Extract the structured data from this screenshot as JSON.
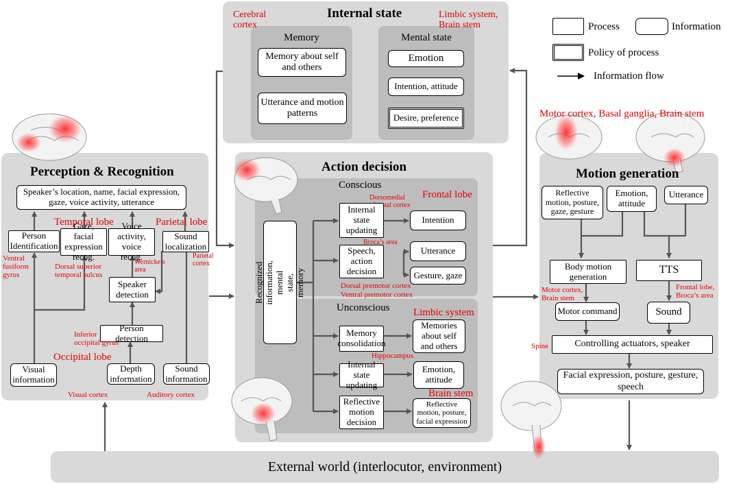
{
  "legend": {
    "process": "Process",
    "information": "Information",
    "policy": "Policy of process",
    "flow": "Information flow"
  },
  "internal_state": {
    "title": "Internal state",
    "cerebral_cortex": "Cerebral cortex",
    "limbic": "Limbic system, Brain stem",
    "memory": {
      "title": "Memory",
      "items": [
        "Memory about self and others",
        "Utterance and motion patterns"
      ]
    },
    "mental": {
      "title": "Mental state",
      "items": [
        "Emotion",
        "Intention, attitude",
        "Desire, preference"
      ]
    }
  },
  "perception": {
    "title": "Perception & Recognition",
    "output": "Speaker’s location, name, facial expression, gaze, voice activity, utterance",
    "person_id": "Person Identification",
    "gaze_recog": "Gaze, facial expression recog.",
    "voice_recog": "Voice activity, voice recog.",
    "sound_loc": "Sound localization",
    "speaker_det": "Speaker detection",
    "person_det": "Person detection",
    "visual_info": "Visual information",
    "depth_info": "Depth information",
    "sound_info": "Sound information",
    "temporal_lobe": "Temporal lobe",
    "parietal_lobe": "Parietal lobe",
    "occipital_lobe": "Occipital lobe",
    "ventral_fusiform": "Ventral fusiform gyrus",
    "dorsal_superior": "Dorsal superior temporal sulcus",
    "wernicke": "Wernicke’s area",
    "parietal_cortex": "Parietal cortex",
    "inferior_occipital": "Inferior occipital gyrus",
    "visual_cortex": "Visual cortex",
    "auditory_cortex": "Auditory cortex"
  },
  "action": {
    "title": "Action decision",
    "conscious": "Conscious",
    "unconscious": "Unconscious",
    "recognized": "Recognized information, mental state, memory",
    "frontal_lobe": "Frontal lobe",
    "dorsomedial": "Dorsomedial prefrontal cortex",
    "internal_update": "Internal state updating",
    "intention": "Intention",
    "broca": "Broca’s area",
    "speech_action": "Speech, action decision",
    "utterance": "Utterance",
    "gesture_gaze": "Gesture, gaze",
    "dorsal_premotor": "Dorsal premotor cortex",
    "ventral_premotor": "Ventral premotor cortex",
    "limbic_system": "Limbic system",
    "memory_consol": "Memory consolidation",
    "memories_about": "Memories about self and others",
    "hippocampus": "Hippocampus",
    "internal_update2": "Internal state updating",
    "emotion_attitude": "Emotion, attitude",
    "brain_stem": "Brain stem",
    "reflective_decision": "Reflective motion decision",
    "reflective_info": "Reflective motion, posture, facial expression"
  },
  "motion": {
    "title": "Motion generation",
    "areas": "Motor cortex, Basal ganglia,  Brain stem",
    "reflective": "Reflective motion, posture, gaze, gesture",
    "emotion_attitude": "Emotion, attitude",
    "utterance": "Utterance",
    "body_motion": "Body motion generation",
    "tts": "TTS",
    "motor_cortex": "Motor cortex, Brain stem",
    "frontal_broca": "Frontal lobe, Broca’s area",
    "motor_command": "Motor command",
    "sound": "Sound",
    "spine": "Spine",
    "controlling": "Controlling actuators, speaker",
    "output": "Facial expression, posture, gesture, speech"
  },
  "external": "External world (interlocutor, environment)"
}
